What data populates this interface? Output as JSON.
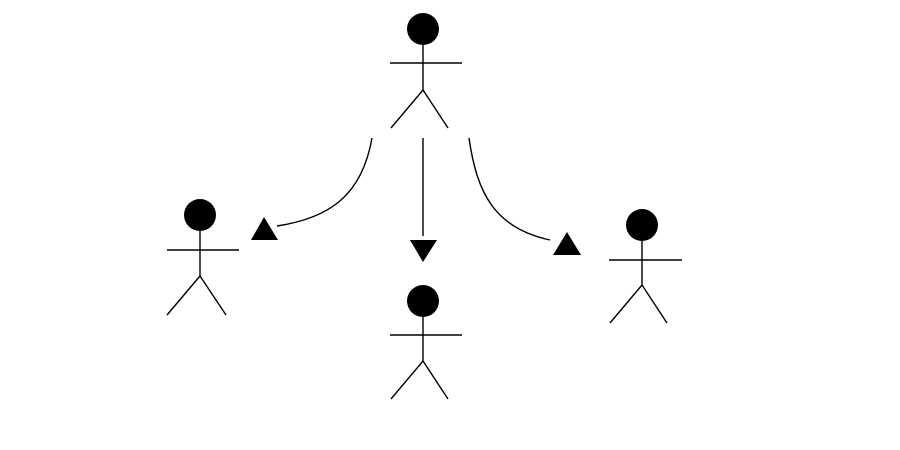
{
  "diagram": {
    "type": "stick-figure hierarchy",
    "colors": {
      "background": "#ffffff",
      "ink": "#000000"
    },
    "nodes": [
      {
        "id": "top-actor",
        "icon": "stick-figure-icon"
      },
      {
        "id": "left-actor",
        "icon": "stick-figure-icon"
      },
      {
        "id": "middle-actor",
        "icon": "stick-figure-icon"
      },
      {
        "id": "right-actor",
        "icon": "stick-figure-icon"
      }
    ],
    "edges": [
      {
        "from": "top-actor",
        "to": "left-actor",
        "style": "curved",
        "arrowhead": "filled-triangle"
      },
      {
        "from": "top-actor",
        "to": "middle-actor",
        "style": "straight",
        "arrowhead": "filled-triangle"
      },
      {
        "from": "top-actor",
        "to": "right-actor",
        "style": "curved",
        "arrowhead": "filled-triangle"
      }
    ]
  }
}
